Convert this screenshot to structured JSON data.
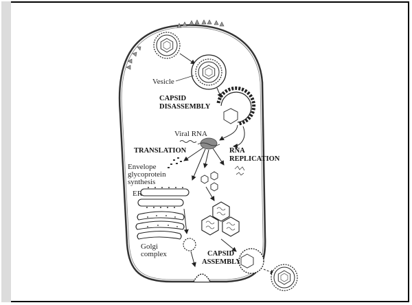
{
  "labels": {
    "vesicle": "Vesicle",
    "capsid_disassembly_1": "CAPSID",
    "capsid_disassembly_2": "DISASSEMBLY",
    "viral_rna": "Viral RNA",
    "translation": "TRANSLATION",
    "rna_replication_1": "RNA",
    "rna_replication_2": "REPLICATION",
    "envelope_1": "Envelope",
    "envelope_2": "glycoprotein",
    "envelope_3": "synthesis",
    "er": "ER",
    "golgi_1": "Golgi",
    "golgi_2": "complex",
    "capsid_assembly_1": "CAPSID",
    "capsid_assembly_2": "ASSEMBLY"
  },
  "colors": {
    "background": "#ffffff",
    "cell_outline": "#333333",
    "cell_fill": "#ffffff",
    "sidebar": "#dcdcdc",
    "nucleus_ribosome": "#8a8a8a"
  }
}
